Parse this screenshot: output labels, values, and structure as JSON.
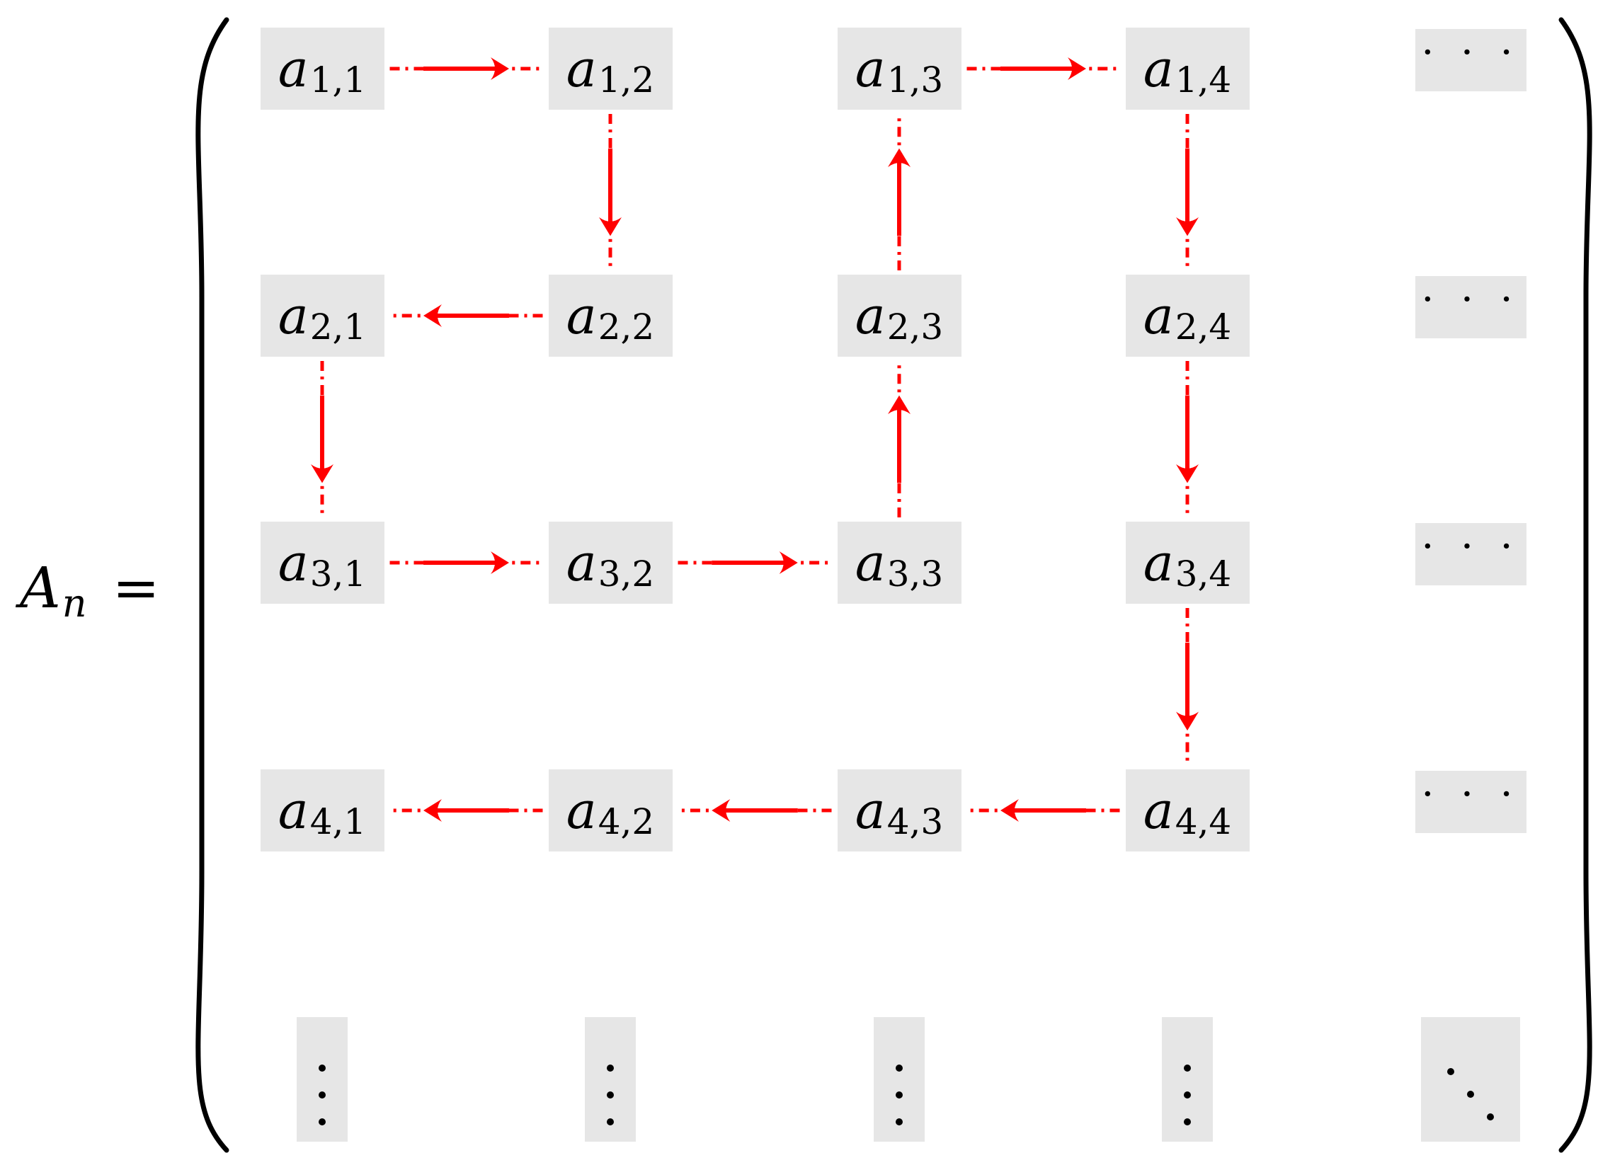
{
  "lhs": {
    "base": "A",
    "sub": "n",
    "equals": "="
  },
  "matrix": {
    "entries": [
      [
        {
          "base": "a",
          "sub": "1,1"
        },
        {
          "base": "a",
          "sub": "1,2"
        },
        {
          "base": "a",
          "sub": "1,3"
        },
        {
          "base": "a",
          "sub": "1,4"
        }
      ],
      [
        {
          "base": "a",
          "sub": "2,1"
        },
        {
          "base": "a",
          "sub": "2,2"
        },
        {
          "base": "a",
          "sub": "2,3"
        },
        {
          "base": "a",
          "sub": "2,4"
        }
      ],
      [
        {
          "base": "a",
          "sub": "3,1"
        },
        {
          "base": "a",
          "sub": "3,2"
        },
        {
          "base": "a",
          "sub": "3,3"
        },
        {
          "base": "a",
          "sub": "3,4"
        }
      ],
      [
        {
          "base": "a",
          "sub": "4,1"
        },
        {
          "base": "a",
          "sub": "4,2"
        },
        {
          "base": "a",
          "sub": "4,3"
        },
        {
          "base": "a",
          "sub": "4,4"
        }
      ]
    ],
    "row_ellipsis": "· · ·",
    "col_ellipsis": "⋮",
    "diag_ellipsis": "⋱"
  },
  "path": {
    "color": "#ff0000",
    "cell_fill": "#e6e6e6",
    "edges": [
      [
        "1,1",
        "1,2"
      ],
      [
        "1,2",
        "2,2"
      ],
      [
        "2,2",
        "2,1"
      ],
      [
        "2,1",
        "3,1"
      ],
      [
        "3,1",
        "3,2"
      ],
      [
        "3,2",
        "3,3"
      ],
      [
        "3,3",
        "2,3"
      ],
      [
        "2,3",
        "1,3"
      ],
      [
        "1,3",
        "1,4"
      ],
      [
        "1,4",
        "2,4"
      ],
      [
        "2,4",
        "3,4"
      ],
      [
        "3,4",
        "4,4"
      ],
      [
        "4,4",
        "4,3"
      ],
      [
        "4,3",
        "4,2"
      ],
      [
        "4,2",
        "4,1"
      ]
    ]
  }
}
